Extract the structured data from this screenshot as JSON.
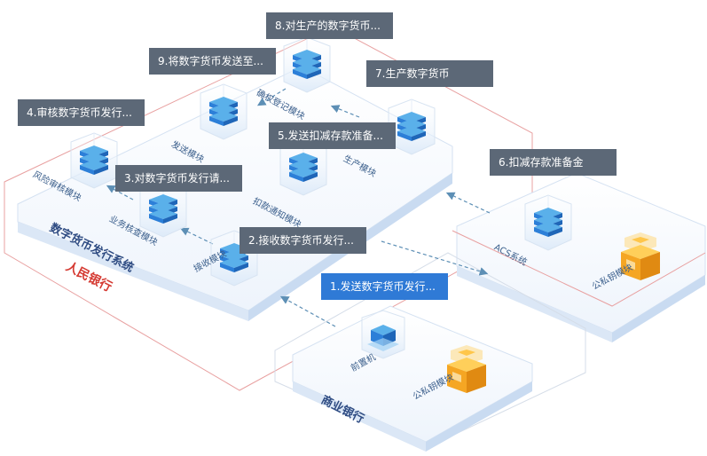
{
  "zones": {
    "pboc_name": "人民银行",
    "system_name": "数字货币发行系统",
    "commercial_bank_name": "商业银行"
  },
  "modules": {
    "risk_audit": "风险审核模块",
    "business_check": "业务核查模块",
    "receive": "接收模块",
    "send": "发送模块",
    "ownership_registry": "确权登记模块",
    "debit_notice": "扣款通知模块",
    "production": "生产模块",
    "acs": "ACS系统",
    "pboc_vault": "公私钥模块",
    "front_end": "前置机",
    "bank_vault": "公私钥模块"
  },
  "steps": [
    {
      "label": "1.发送数字货币发行..."
    },
    {
      "label": "2.接收数字货币发行..."
    },
    {
      "label": "3.对数字货币发行请..."
    },
    {
      "label": "4.审核数字货币发行..."
    },
    {
      "label": "5.发送扣减存款准备..."
    },
    {
      "label": "6.扣减存款准备金"
    },
    {
      "label": "7.生产数字货币"
    },
    {
      "label": "8.对生产的数字货币..."
    },
    {
      "label": "9.将数字货币发送至..."
    }
  ],
  "colors": {
    "callout": "#5c6877",
    "callout_active": "#2f7ad6",
    "cube_blue": "#2c7fd8",
    "vault_orange": "#f5a623",
    "pboc_red": "#d53a32",
    "system_blue": "#2e4b82",
    "arrow": "#5d8fb5"
  },
  "icons": [
    "server-stack-icon",
    "front-end-machine-icon",
    "key-vault-icon"
  ]
}
